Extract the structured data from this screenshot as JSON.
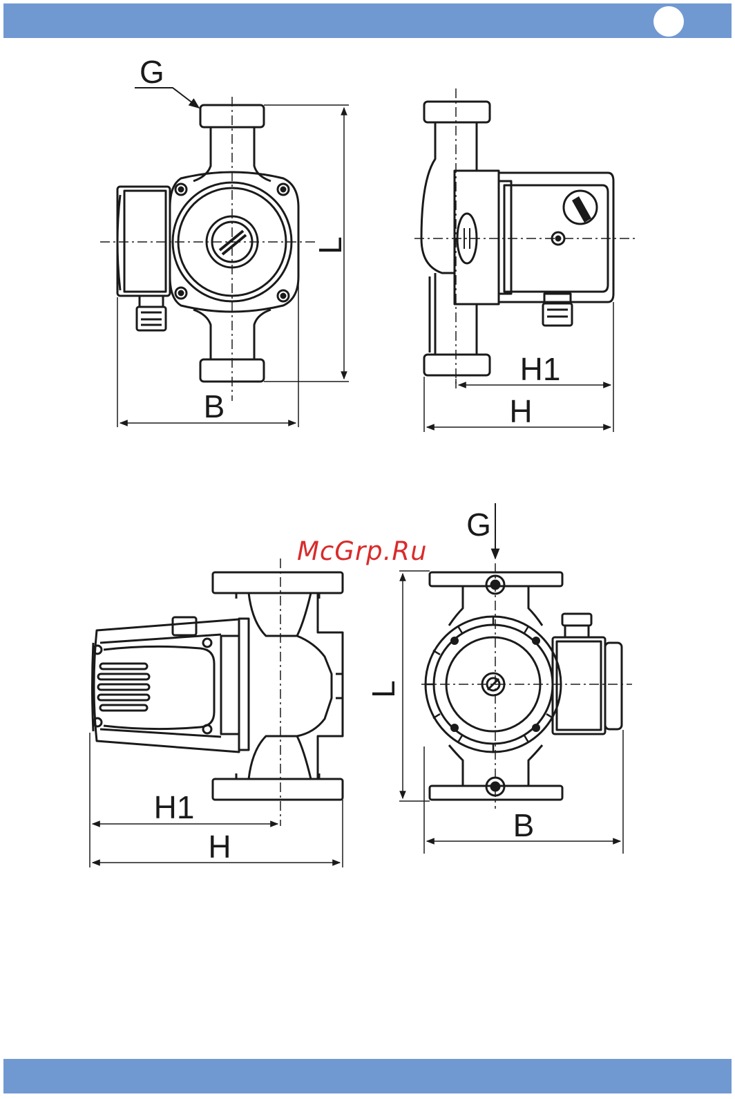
{
  "watermark": "McGrp.Ru",
  "colors": {
    "band": "#7099d2",
    "line": "#1a1a1a",
    "watermark": "#d92b2b"
  },
  "views": {
    "front_top": {
      "connection": "G",
      "length": "L",
      "width": "B"
    },
    "side_top": {
      "motor_depth": "H1",
      "total_depth": "H"
    },
    "side_bottom": {
      "motor_depth": "H1",
      "total_depth": "H"
    },
    "front_bottom": {
      "connection": "G",
      "length": "L",
      "width": "B"
    }
  }
}
